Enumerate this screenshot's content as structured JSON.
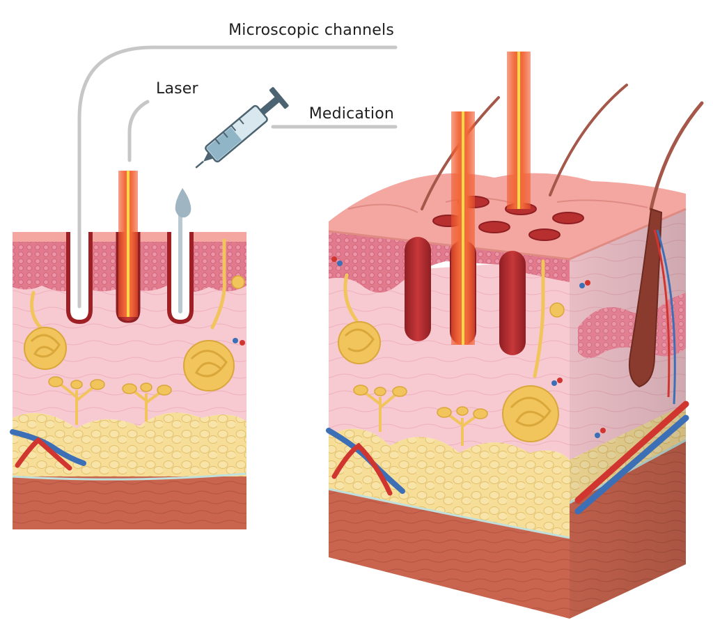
{
  "labels": {
    "microscopic_channels": "Microscopic channels",
    "laser": "Laser",
    "medication": "Medication"
  },
  "colors": {
    "skin_surface": "#f3a7a0",
    "epidermis": "#e27a8e",
    "dermis": "#f7c9d1",
    "fat": "#f6dd98",
    "muscle": "#c9654f",
    "laser_outer": "#f06a3a",
    "laser_core": "#ffd54a",
    "channel_dark": "#a8282b",
    "leader_line": "#c7c7c7",
    "artery": "#d0352f",
    "vein": "#3d6fb6",
    "gland": "#f2c45c",
    "syringe_body": "#a9c3cf",
    "drop": "#9fb6c2"
  },
  "icons": [
    "syringe-icon",
    "droplet-icon",
    "laser-beam-icon"
  ]
}
